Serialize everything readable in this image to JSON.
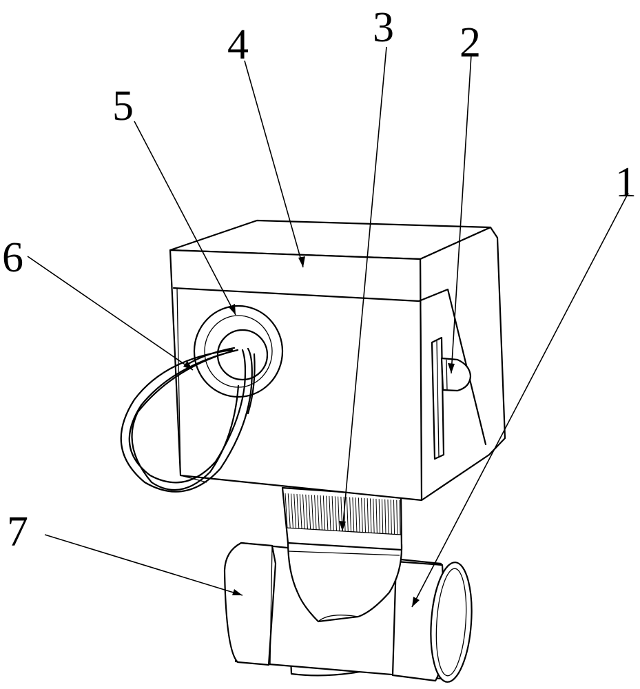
{
  "figure": {
    "part_labels": [
      "1",
      "2",
      "3",
      "4",
      "5",
      "6",
      "7"
    ]
  },
  "colors": {
    "line": "#000000",
    "background": "#ffffff"
  }
}
